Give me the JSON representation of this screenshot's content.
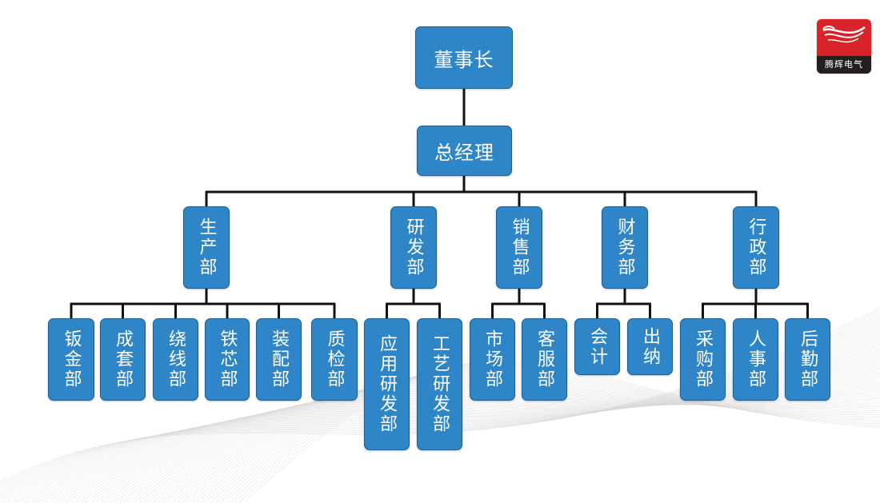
{
  "brand": {
    "name": "腾辉电气",
    "colors": {
      "logo_red": "#d8232a",
      "logo_dark": "#231f20"
    }
  },
  "colors": {
    "node_fill": "#2e86c9",
    "node_border": "#1f5f8f",
    "connector": "#111111",
    "node_text": "#ffffff"
  },
  "org": {
    "chairman": "董事长",
    "general_manager": "总经理",
    "departments": [
      {
        "label": "生产部",
        "children": [
          "钣金部",
          "成套部",
          "绕线部",
          "铁芯部",
          "装配部",
          "质检部"
        ]
      },
      {
        "label": "研发部",
        "children": [
          "应用研发部",
          "工艺研发部"
        ]
      },
      {
        "label": "销售部",
        "children": [
          "市场部",
          "客服部"
        ]
      },
      {
        "label": "财务部",
        "children": [
          "会计",
          "出纳"
        ]
      },
      {
        "label": "行政部",
        "children": [
          "采购部",
          "人事部",
          "后勤部"
        ]
      }
    ]
  }
}
